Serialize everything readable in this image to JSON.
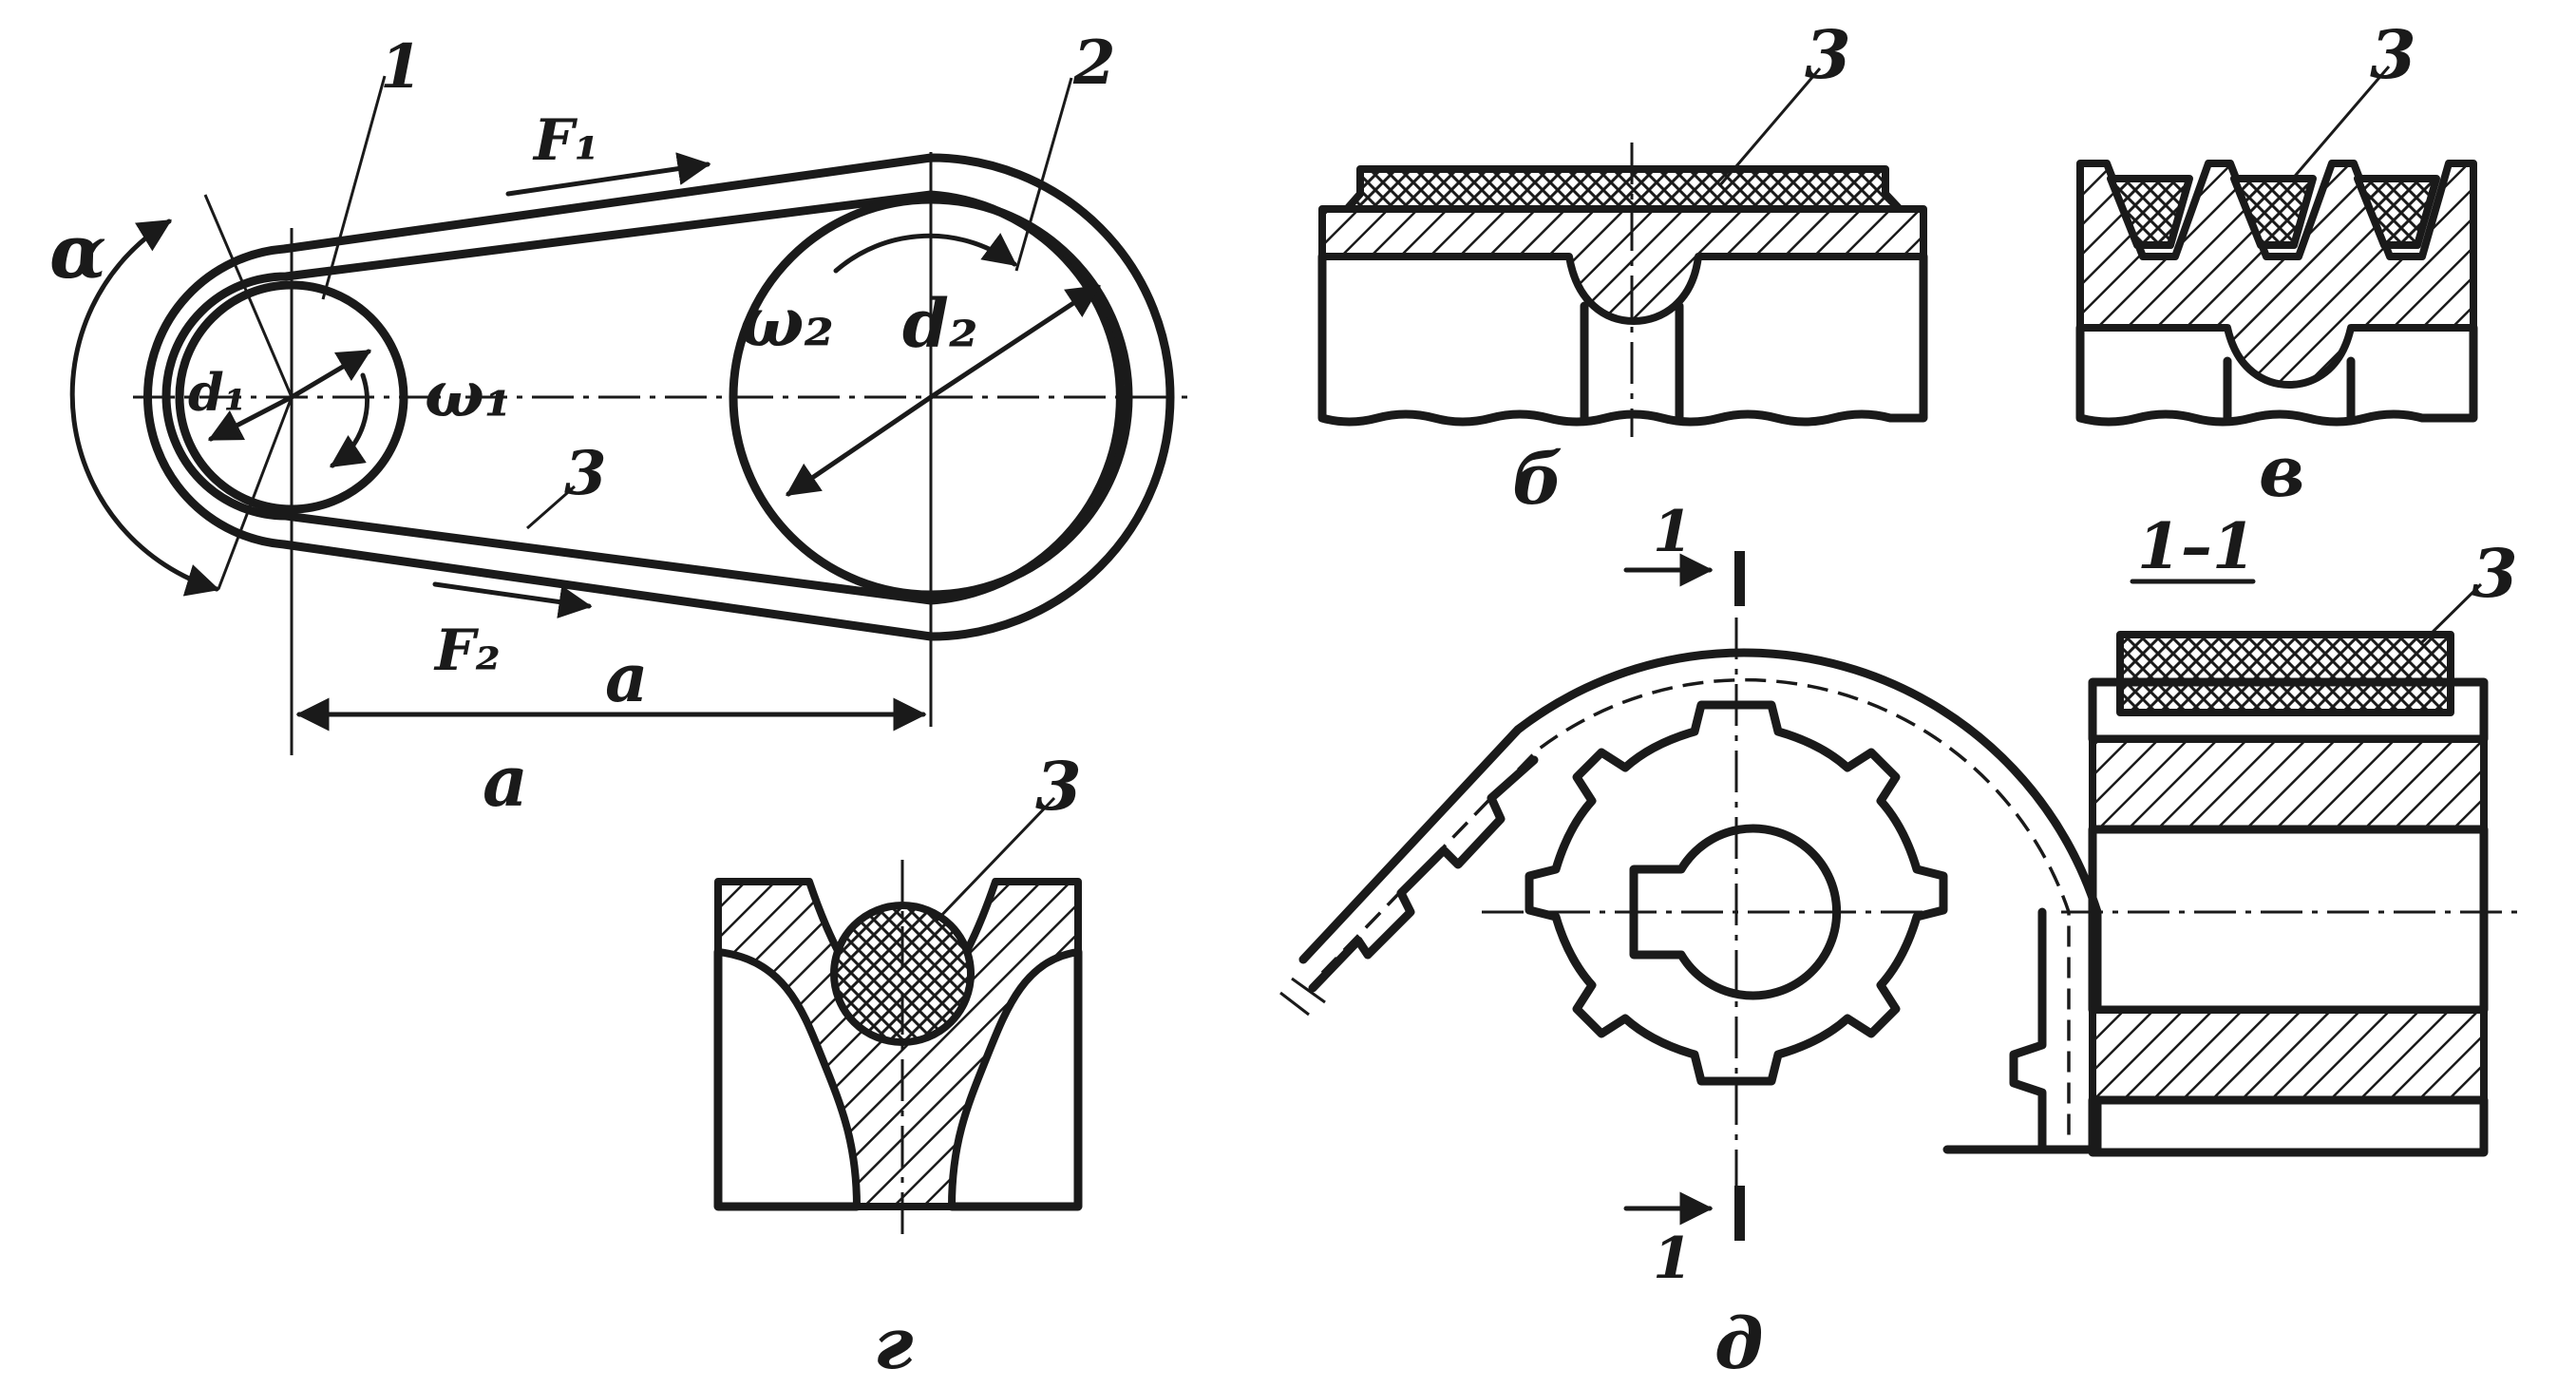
{
  "labels": {
    "angle_alpha": "α",
    "part_1": "1",
    "part_2": "2",
    "part_3": "3",
    "force_1": "F₁",
    "force_2": "F₂",
    "omega_1": "ω₁",
    "omega_2": "ω₂",
    "diam_1": "d₁",
    "diam_2": "d₂",
    "center_distance": "a"
  },
  "captions": {
    "a": "а",
    "b": "б",
    "v": "в",
    "g": "г",
    "d": "д"
  },
  "section_mark": {
    "title": "1–1",
    "mark_top": "1",
    "mark_bottom": "1"
  }
}
